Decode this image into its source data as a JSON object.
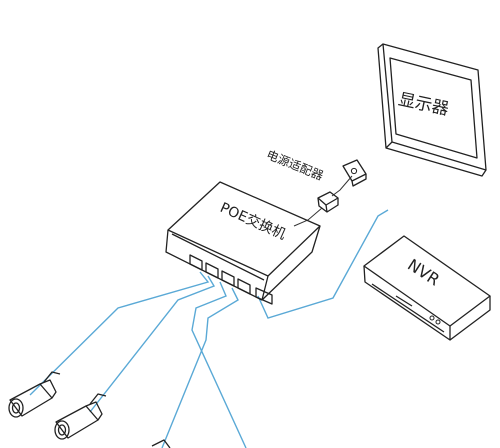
{
  "labels": {
    "monitor": "显示器",
    "adapter": "电源适配器",
    "switch": "POE交换机",
    "nvr": "NVR"
  },
  "colors": {
    "cable": "#5aa9d6",
    "outline": "#222222"
  },
  "icons": [
    "monitor-icon",
    "power-outlet-icon",
    "power-adapter-icon",
    "poe-switch-icon",
    "nvr-icon",
    "camera-icon"
  ]
}
